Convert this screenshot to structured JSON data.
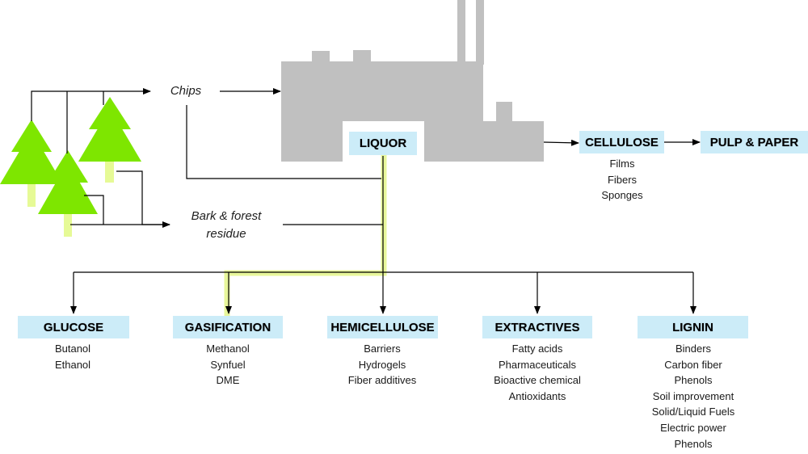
{
  "inputs": {
    "chips": "Chips",
    "bark_line1": "Bark & forest",
    "bark_line2": "residue"
  },
  "mill": {
    "liquor": "LIQUOR"
  },
  "main_chain": {
    "cellulose": "CELLULOSE",
    "cellulose_products": [
      "Films",
      "Fibers",
      "Sponges"
    ],
    "pulp_paper": "PULP & PAPER"
  },
  "branches": [
    {
      "label": "GLUCOSE",
      "products": [
        "Butanol",
        "Ethanol"
      ]
    },
    {
      "label": "GASIFICATION",
      "products": [
        "Methanol",
        "Synfuel",
        "DME"
      ]
    },
    {
      "label": "HEMICELLULOSE",
      "products": [
        "Barriers",
        "Hydrogels",
        "Fiber additives"
      ]
    },
    {
      "label": "EXTRACTIVES",
      "products": [
        "Fatty acids",
        "Pharmaceuticals",
        "Bioactive chemical",
        "Antioxidants"
      ]
    },
    {
      "label": "LIGNIN",
      "products": [
        "Binders",
        "Carbon fiber",
        "Phenols",
        "Soil improvement",
        "Solid/Liquid Fuels",
        "Electric power",
        "Phenols"
      ]
    }
  ],
  "colors": {
    "box_fill": "#ccecf8",
    "factory": "#c0c0c0",
    "tree": "#7ee600",
    "trunk": "#e6fa96",
    "highlight": "#e8f79a"
  }
}
